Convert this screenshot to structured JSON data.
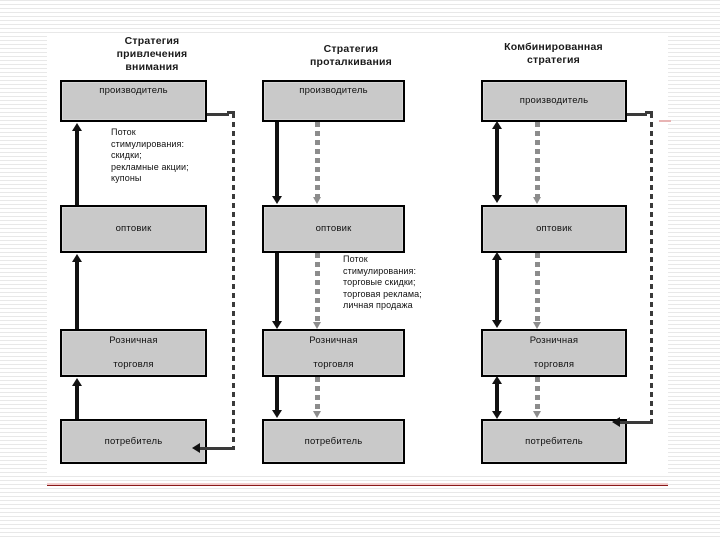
{
  "slide": {
    "panel_background": "#ffffff",
    "rule_color": "#8a1a1a",
    "box_fill": "#c9c9c9",
    "box_border": "#000000",
    "solid_arrow_color": "#111111",
    "dashed_arrow_color": "#8c8c8c"
  },
  "columns": [
    {
      "id": "pull",
      "heading_lines": [
        "Стратегия",
        "привлечения",
        "внимания"
      ],
      "nodes": [
        {
          "label": "производитель"
        },
        {
          "label": "оптовик"
        },
        {
          "label_lines": [
            "Розничная",
            "торговля"
          ]
        },
        {
          "label": "потребитель"
        }
      ],
      "note": "Поток\nстимулирования:\nскидки;\nрекламные акции;\nкупоны"
    },
    {
      "id": "push",
      "heading_lines": [
        "Стратегия",
        "проталкивания"
      ],
      "nodes": [
        {
          "label": "производитель"
        },
        {
          "label": "оптовик"
        },
        {
          "label_lines": [
            "Розничная",
            "торговля"
          ]
        },
        {
          "label": "потребитель"
        }
      ],
      "note": "Поток\nстимулирования:\nторговые скидки;\nторговая реклама;\nличная продажа"
    },
    {
      "id": "combined",
      "heading_lines": [
        "Комбинированная",
        "стратегия"
      ],
      "nodes": [
        {
          "label": "производитель"
        },
        {
          "label": "оптовик"
        },
        {
          "label_lines": [
            "Розничная",
            "торговля"
          ]
        },
        {
          "label": "потребитель"
        }
      ],
      "note": ""
    }
  ]
}
